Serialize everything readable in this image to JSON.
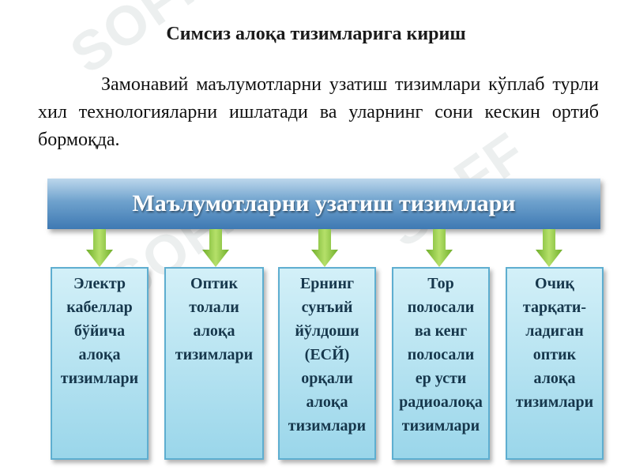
{
  "heading": {
    "title": "Симсиз алоқа тизимларига кириш",
    "paragraph": "Замонавий маълумотларни узатиш тизимлари кўплаб турли хил технологияларни ишлатади ва уларнинг сони кескин ортиб бормоқда."
  },
  "diagram": {
    "root_label": "Маълумотларни узатиш тизимлари",
    "branches": [
      {
        "label": "Электр\nкабеллар\nбўйича\nалоқа\nтизимлари"
      },
      {
        "label": "Оптик\nтолали\nалоқа\nтизимлари"
      },
      {
        "label": "Ернинг\nсунъий\nйўлдоши\n(ЕСЙ)\nорқали\nалоқа\nтизимлари"
      },
      {
        "label": "Тор\nполосали\nва кенг\nполосали\nер усти\nрадиоалоқа\nтизимлари"
      },
      {
        "label": "Очиқ\nтарқати-\nладиган\nоптик\nалоқа\nтизимлари"
      }
    ]
  },
  "colors": {
    "banner": "#6fa2cd",
    "box": "#9ad6ea",
    "arrow": "#8cc63f"
  }
}
